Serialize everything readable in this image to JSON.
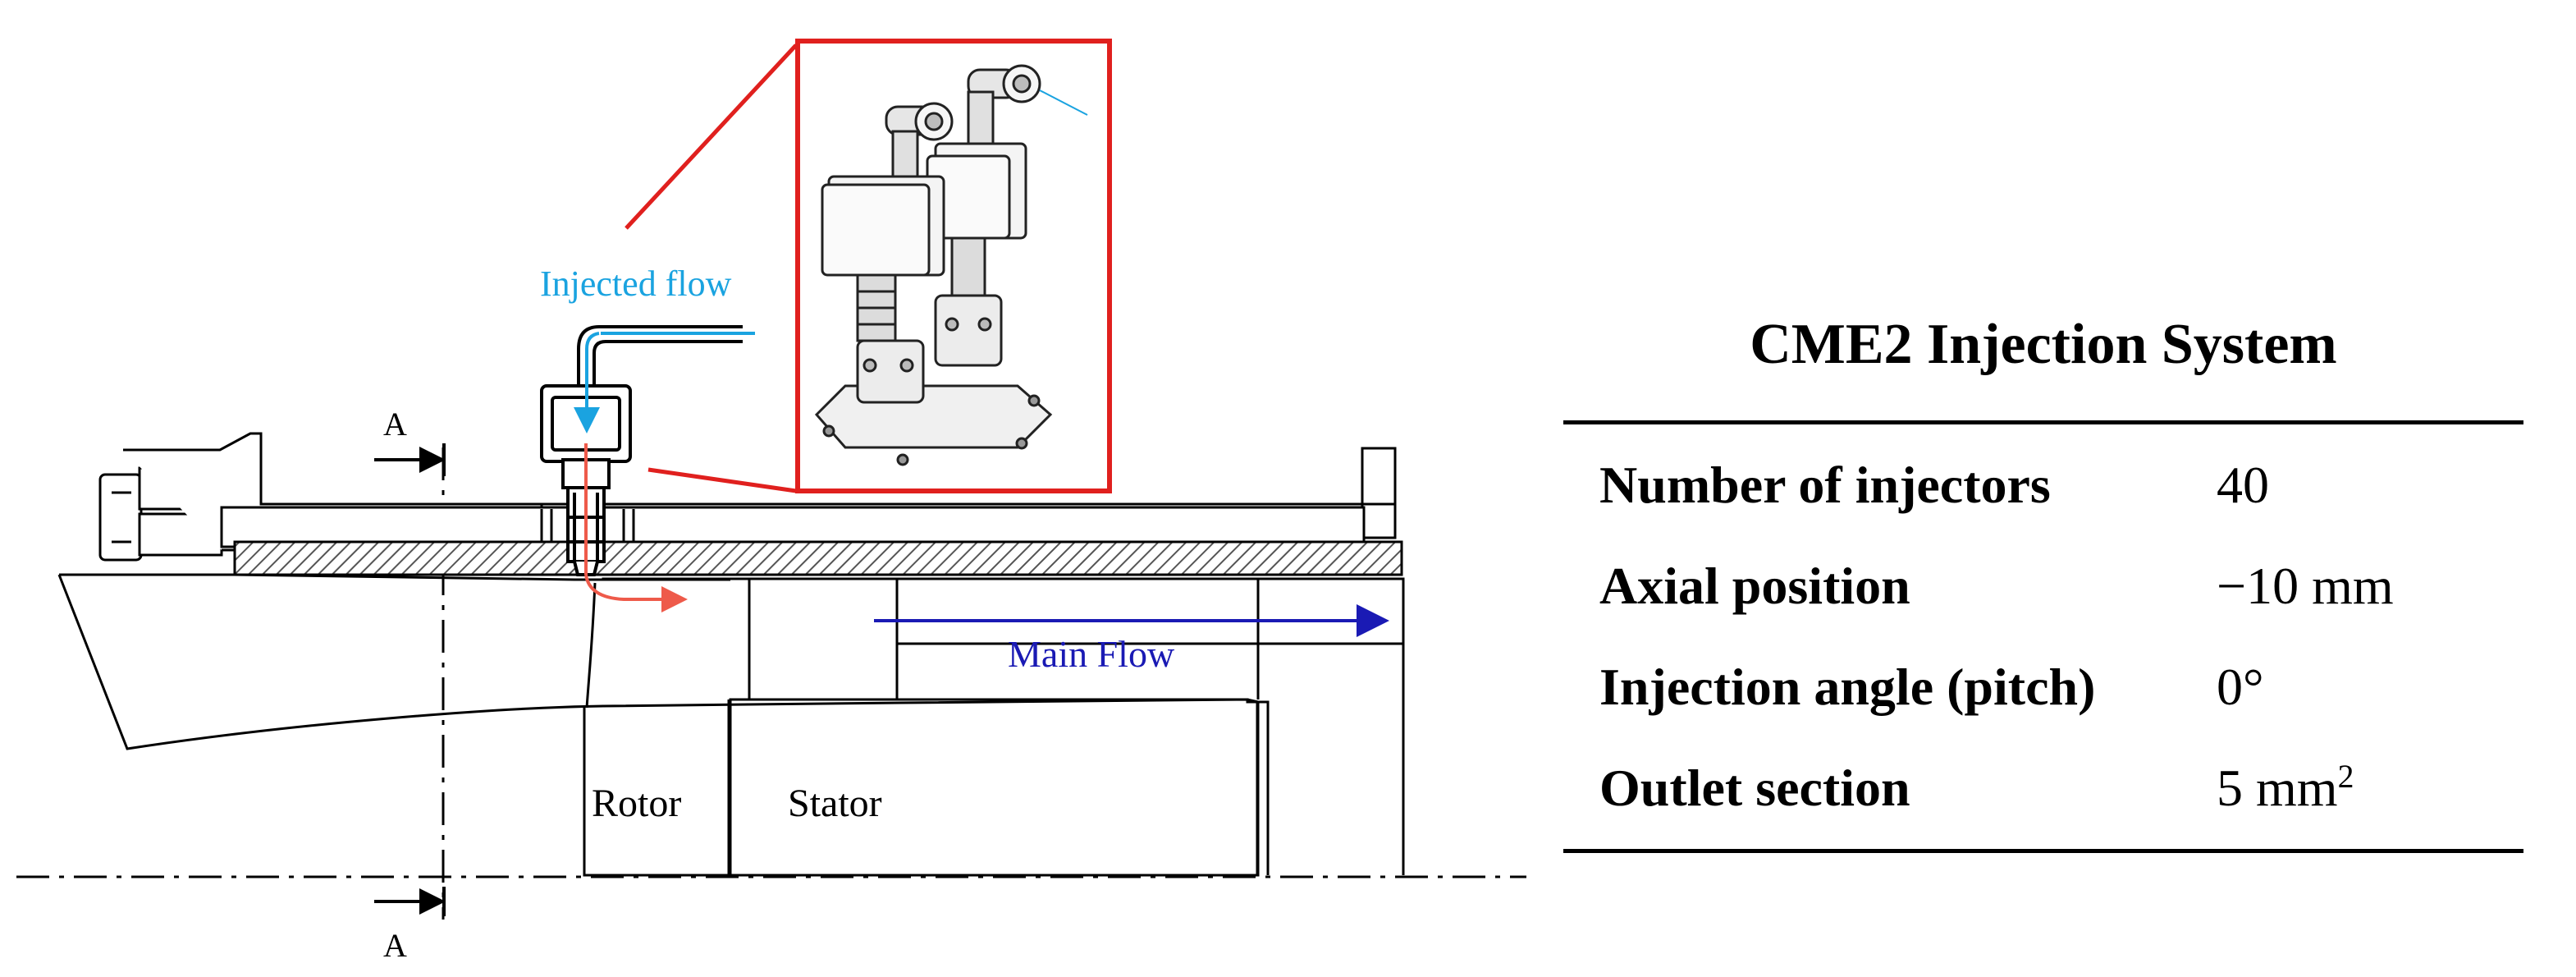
{
  "diagram": {
    "section_marker": "A",
    "labels": {
      "injected_flow": "Injected flow",
      "main_flow": "Main Flow",
      "rotor": "Rotor",
      "stator": "Stator"
    },
    "colors": {
      "zoom_frame": "#e0201e",
      "injected_flow": "#1aa3e0",
      "main_flow": "#1a1ab4",
      "injection_jet": "#ee5a4a",
      "linework": "#000000"
    }
  },
  "spec_table": {
    "title": "CME2 Injection System",
    "rows": [
      {
        "name": "Number of injectors",
        "value": "40"
      },
      {
        "name": "Axial position",
        "value": "−10 mm"
      },
      {
        "name": "Injection angle (pitch)",
        "value": "0°"
      },
      {
        "name": "Outlet section",
        "value": "5 mm",
        "superscript": "2"
      }
    ]
  }
}
